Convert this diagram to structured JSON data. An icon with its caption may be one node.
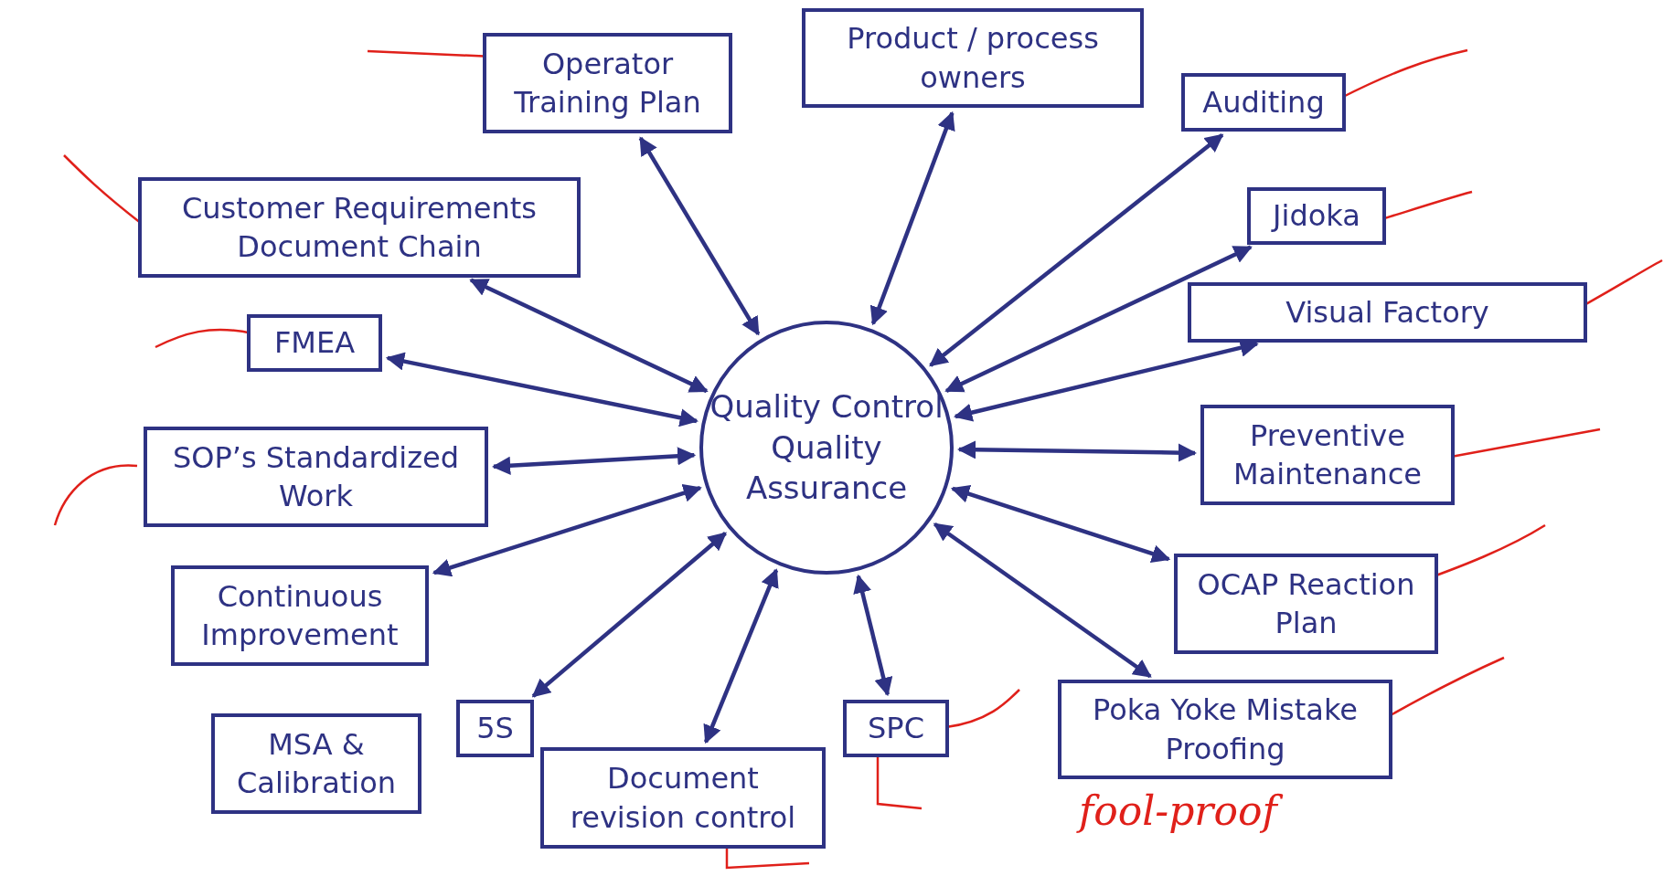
{
  "diagram": {
    "nodes": [
      {
        "text": [
          "Quality Control Quality Assurance"
        ]
      },
      {
        "text": [
          "Operator Training Plan"
        ]
      },
      {
        "text": [
          "Product / process owners"
        ]
      },
      {
        "text": [
          "Auditing"
        ]
      },
      {
        "text": [
          "Jidoka"
        ]
      },
      {
        "text": [
          "Visual Factory"
        ]
      },
      {
        "text": [
          "Preventive Maintenance"
        ]
      },
      {
        "text": [
          "OCAP Reaction Plan"
        ]
      },
      {
        "text": [
          "Poka Yoke Mistake Proofing"
        ]
      },
      {
        "text": [
          "SPC"
        ]
      },
      {
        "text": [
          "Document revision control"
        ]
      },
      {
        "text": [
          "5S"
        ]
      },
      {
        "text": [
          "MSA & Calibration"
        ]
      },
      {
        "text": [
          "Continuous Improvement"
        ]
      },
      {
        "text": [
          "SOP’s Standardized Work"
        ]
      },
      {
        "text": [
          "FMEA"
        ]
      },
      {
        "text": [
          "Customer Requirements Document Chain"
        ]
      }
    ],
    "edges": [
      {
        "from": 0,
        "to": 1,
        "arrow": "both"
      },
      {
        "from": 0,
        "to": 2,
        "arrow": "both"
      },
      {
        "from": 0,
        "to": 3,
        "arrow": "both"
      },
      {
        "from": 0,
        "to": 4,
        "arrow": "both"
      },
      {
        "from": 0,
        "to": 5,
        "arrow": "both"
      },
      {
        "from": 0,
        "to": 6,
        "arrow": "both"
      },
      {
        "from": 0,
        "to": 7,
        "arrow": "both"
      },
      {
        "from": 0,
        "to": 8,
        "arrow": "both"
      },
      {
        "from": 0,
        "to": 9,
        "arrow": "both"
      },
      {
        "from": 0,
        "to": 10,
        "arrow": "both"
      },
      {
        "from": 0,
        "to": 11,
        "arrow": "both"
      },
      {
        "from": 0,
        "to": 13,
        "arrow": "both"
      },
      {
        "from": 0,
        "to": 14,
        "arrow": "both"
      },
      {
        "from": 0,
        "to": 15,
        "arrow": "both"
      },
      {
        "from": 0,
        "to": 16,
        "arrow": "both"
      }
    ],
    "labels": [
      "fool-proof"
    ]
  }
}
